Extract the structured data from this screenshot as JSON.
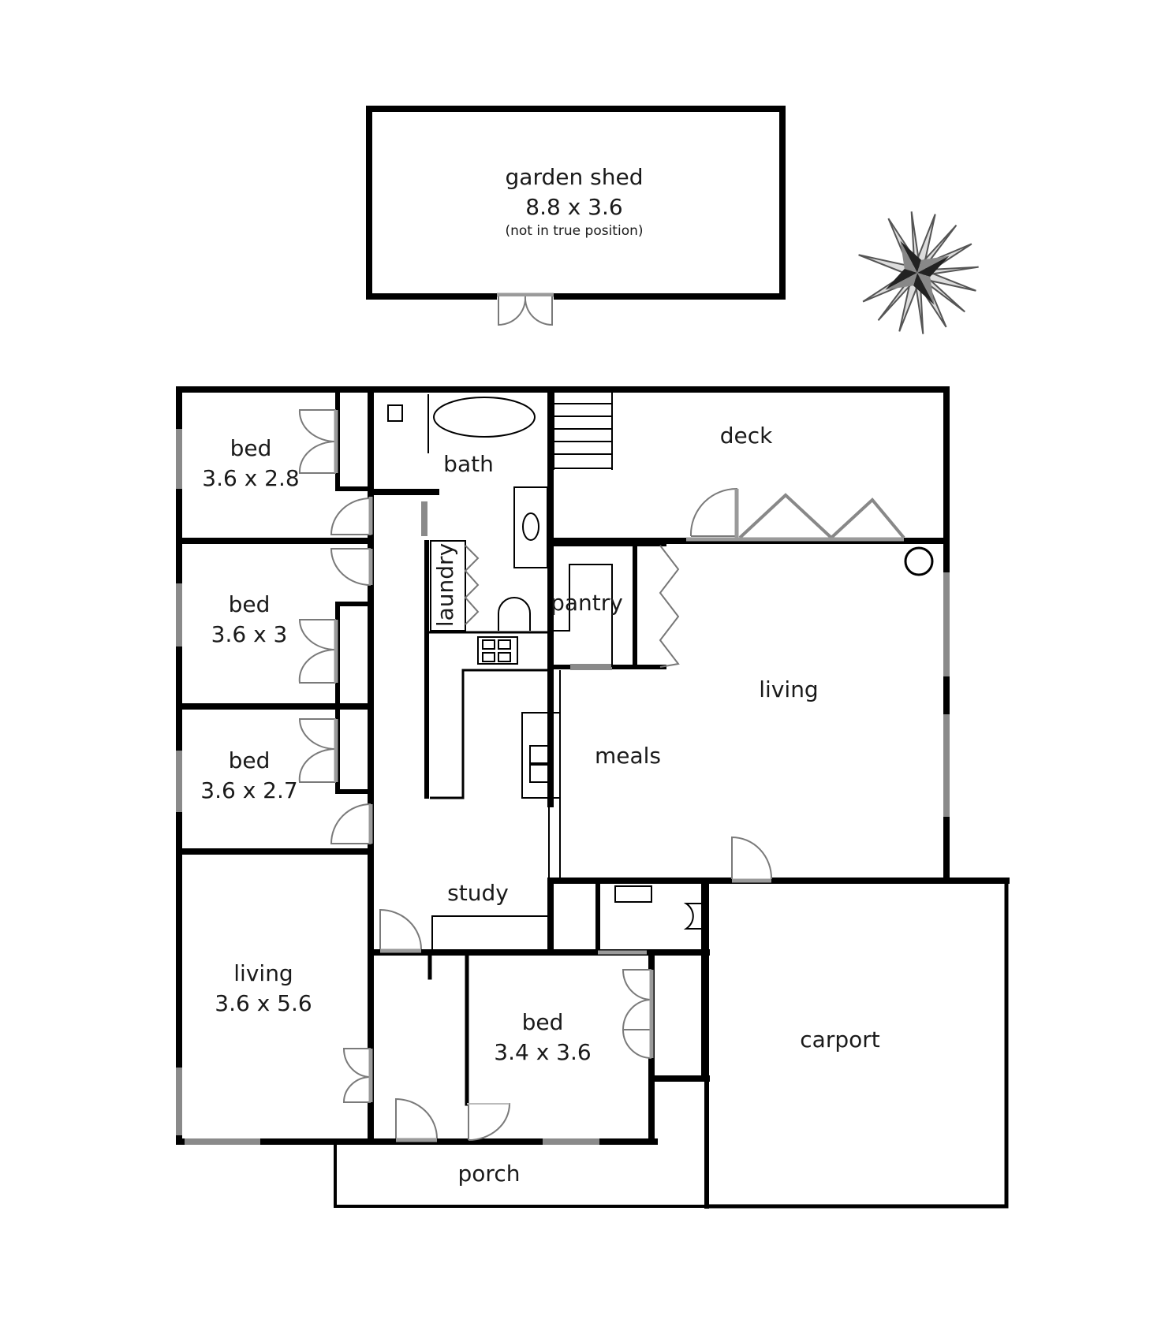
{
  "rooms": {
    "garden_shed": {
      "name": "garden shed",
      "size": "8.8 x 3.6",
      "note": "(not in true position)"
    },
    "bed_1": {
      "name": "bed",
      "size": "3.6 x 2.8"
    },
    "bath": {
      "name": "bath"
    },
    "deck": {
      "name": "deck"
    },
    "bed_2": {
      "name": "bed",
      "size": "3.6 x 3"
    },
    "laundry": {
      "name": "laundry"
    },
    "pantry": {
      "name": "pantry"
    },
    "living_main": {
      "name": "living"
    },
    "bed_3": {
      "name": "bed",
      "size": "3.6 x 2.7"
    },
    "meals": {
      "name": "meals"
    },
    "study": {
      "name": "study"
    },
    "living_2": {
      "name": "living",
      "size": "3.6 x 5.6"
    },
    "bed_4": {
      "name": "bed",
      "size": "3.4 x 3.6"
    },
    "carport": {
      "name": "carport"
    },
    "porch": {
      "name": "porch"
    }
  },
  "icons": {
    "compass": "compass-rose-icon"
  },
  "colors": {
    "wall": "#000000",
    "window": "#8a8a8a",
    "background": "#ffffff"
  }
}
